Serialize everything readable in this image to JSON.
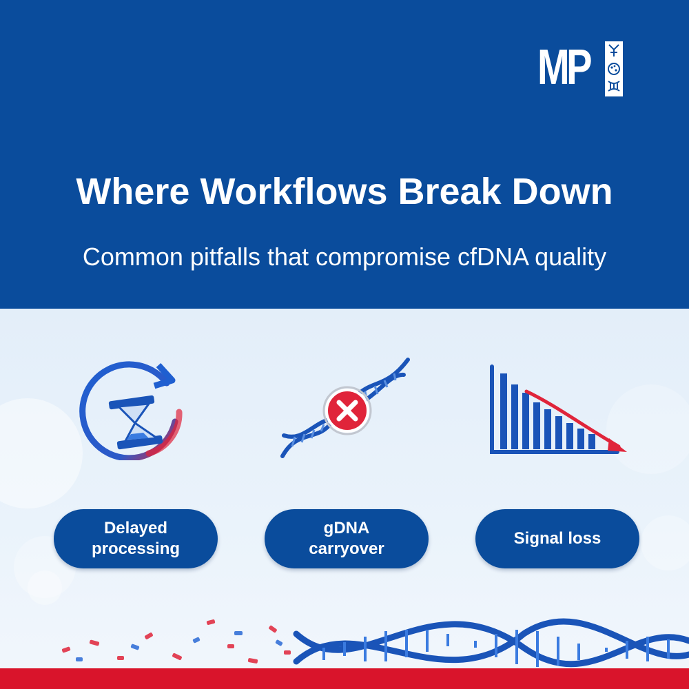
{
  "brand": {
    "logo_text": "MP",
    "colors": {
      "primary": "#0a4c9c",
      "accent": "#d9142b",
      "background": "#eaf2fa"
    }
  },
  "header": {
    "title": "Where Workflows Break Down",
    "subtitle": "Common pitfalls that compromise cfDNA quality"
  },
  "pitfalls": [
    {
      "icon": "hourglass-cycle-icon",
      "label": "Delayed processing"
    },
    {
      "icon": "dna-broken-icon",
      "label": "gDNA carryover"
    },
    {
      "icon": "declining-bar-chart-icon",
      "label": "Signal loss"
    }
  ]
}
